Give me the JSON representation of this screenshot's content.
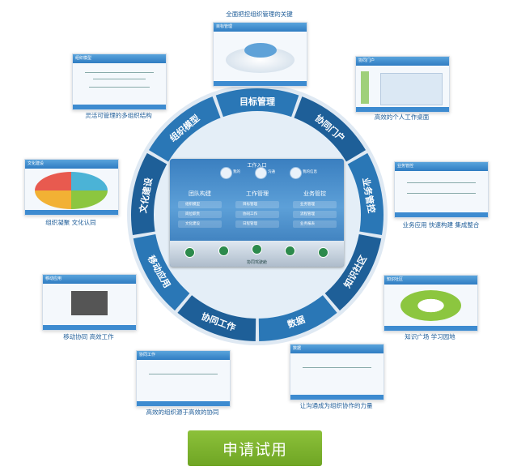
{
  "ring": {
    "colors": {
      "ring": "#2a77b6",
      "ring_dark": "#1e5f98",
      "inner": "#e4eef7",
      "divider": "#ffffff"
    },
    "segments": [
      {
        "id": "goal",
        "label": "目标管理"
      },
      {
        "id": "portal",
        "label": "协同门户"
      },
      {
        "id": "business",
        "label": "业务管控"
      },
      {
        "id": "knowledge",
        "label": "知识社区"
      },
      {
        "id": "data",
        "label": "数据"
      },
      {
        "id": "collab",
        "label": "协同工作"
      },
      {
        "id": "mobile",
        "label": "移动应用"
      },
      {
        "id": "culture",
        "label": "文化建设"
      },
      {
        "id": "org",
        "label": "组织模型"
      }
    ]
  },
  "panel": {
    "title": "工作入口",
    "top_items": [
      "我的",
      "沟通",
      "我的信息"
    ],
    "columns": [
      {
        "title": "团队构建",
        "items": [
          "组织模型",
          "岗位职责",
          "文化建设"
        ]
      },
      {
        "title": "工作管理",
        "items": [
          "目标管理",
          "协同工作",
          "日程管理"
        ]
      },
      {
        "title": "业务管控",
        "items": [
          "业务管理",
          "流程管理",
          "业务报表"
        ]
      }
    ],
    "dock_label": "协同驾驶舱"
  },
  "thumbnails": [
    {
      "id": "top",
      "title": "目标管理",
      "caption": "全面把控组织管理的关键"
    },
    {
      "id": "topleft",
      "title": "组织模型",
      "caption": "灵活可管理的多组织结构"
    },
    {
      "id": "topright",
      "title": "协同门户",
      "caption": "高效的个人工作桌面"
    },
    {
      "id": "left",
      "title": "文化建设",
      "caption": "组织凝聚  文化认同"
    },
    {
      "id": "right",
      "title": "业务管控",
      "caption": "业务应用 快速构建 集成整合"
    },
    {
      "id": "midleft",
      "title": "移动应用",
      "caption": "移动协同  高效工作"
    },
    {
      "id": "midright",
      "title": "知识社区",
      "caption": "知识广场   学习园地"
    },
    {
      "id": "botleft",
      "title": "协同工作",
      "caption": "高效的组织源于高效的协同"
    },
    {
      "id": "botright",
      "title": "数据",
      "caption": "让沟通成为组织协作的力量"
    }
  ],
  "cta": {
    "label": "申请试用",
    "color": "#7cb32e"
  }
}
